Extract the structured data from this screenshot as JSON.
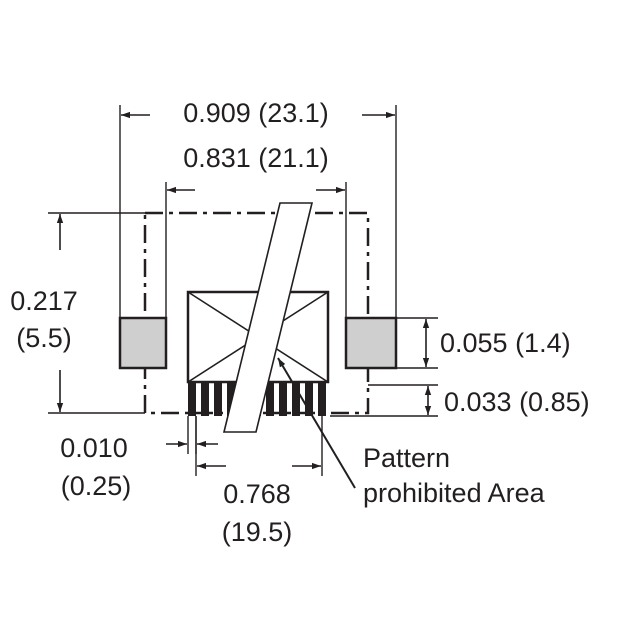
{
  "dimensions": {
    "overall_width": "0.909 (23.1)",
    "pad_span": "0.831 (21.1)",
    "height_in": "0.217",
    "height_mm": "(5.5)",
    "pad_height": "0.055 (1.4)",
    "pad_offset": "0.033 (0.85)",
    "pin_width_in": "0.010",
    "pin_width_mm": "(0.25)",
    "pin_span_in": "0.768",
    "pin_span_mm": "(19.5)"
  },
  "callout": {
    "line1": "Pattern",
    "line2": "prohibited Area"
  },
  "colors": {
    "ink": "#231f20",
    "pad_fill": "#cfcfcf",
    "background": "#ffffff"
  }
}
